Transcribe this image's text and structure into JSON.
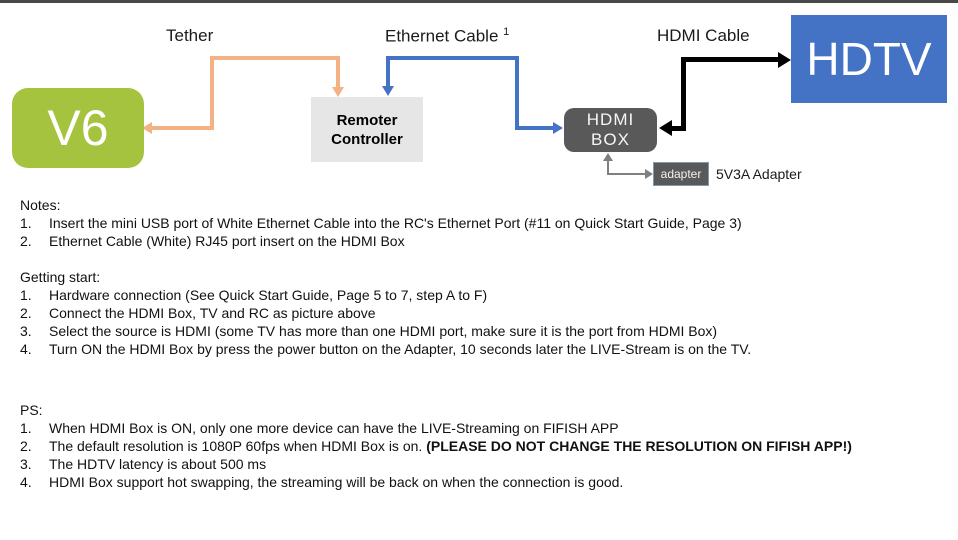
{
  "colors": {
    "topbar": "#484848",
    "green": "#a6c33f",
    "blue": "#4472c4",
    "darkgray": "#595959",
    "lightgray": "#e7e6e6",
    "tether": "#f4b183",
    "gray": "#7f7f7f"
  },
  "diagram": {
    "labels": {
      "tether": "Tether",
      "ethernet": "Ethernet Cable",
      "ethernet_footnote": "1",
      "hdmi": "HDMI Cable",
      "adapter_caption": "5V3A Adapter"
    },
    "nodes": {
      "v6": "V6",
      "remote_line1": "Remoter",
      "remote_line2": "Controller",
      "hdmi_box_line1": "HDMI",
      "hdmi_box_line2": "BOX",
      "hdtv": "HDTV",
      "adapter": "adapter"
    }
  },
  "sections": [
    {
      "heading": "Notes:",
      "items": [
        [
          {
            "t": "Insert the mini USB port of White Ethernet Cable into the RC's Ethernet Port (#11 on Quick Start Guide, Page 3)"
          }
        ],
        [
          {
            "t": "Ethernet Cable (White) RJ45 port insert on the HDMI Box"
          }
        ]
      ]
    },
    {
      "heading": "Getting start:",
      "items": [
        [
          {
            "t": "Hardware connection (See Quick Start Guide, Page 5 to 7, step A to F)"
          }
        ],
        [
          {
            "t": "Connect the HDMI Box, TV and RC as picture above"
          }
        ],
        [
          {
            "t": "Select the source is HDMI (some TV has more than one HDMI port, make sure it is the port from HDMI Box)"
          }
        ],
        [
          {
            "t": "Turn ON the HDMI Box by press the power button on the Adapter, 10 seconds later the LIVE-Stream is on the TV."
          }
        ]
      ]
    },
    {
      "heading": "PS:",
      "extra_gap": true,
      "items": [
        [
          {
            "t": "When HDMI Box is ON, only one more device can have the LIVE-Streaming on FIFISH APP"
          }
        ],
        [
          {
            "t": "The default resolution is 1080P 60fps when HDMI Box is on. "
          },
          {
            "t": "(PLEASE DO NOT CHANGE THE RESOLUTION ON FIFISH APP!)",
            "b": true
          }
        ],
        [
          {
            "t": "The HDTV latency is about 500 ms"
          }
        ],
        [
          {
            "t": "HDMI Box support hot swapping, the streaming will be back on when the connection is good."
          }
        ]
      ]
    }
  ]
}
